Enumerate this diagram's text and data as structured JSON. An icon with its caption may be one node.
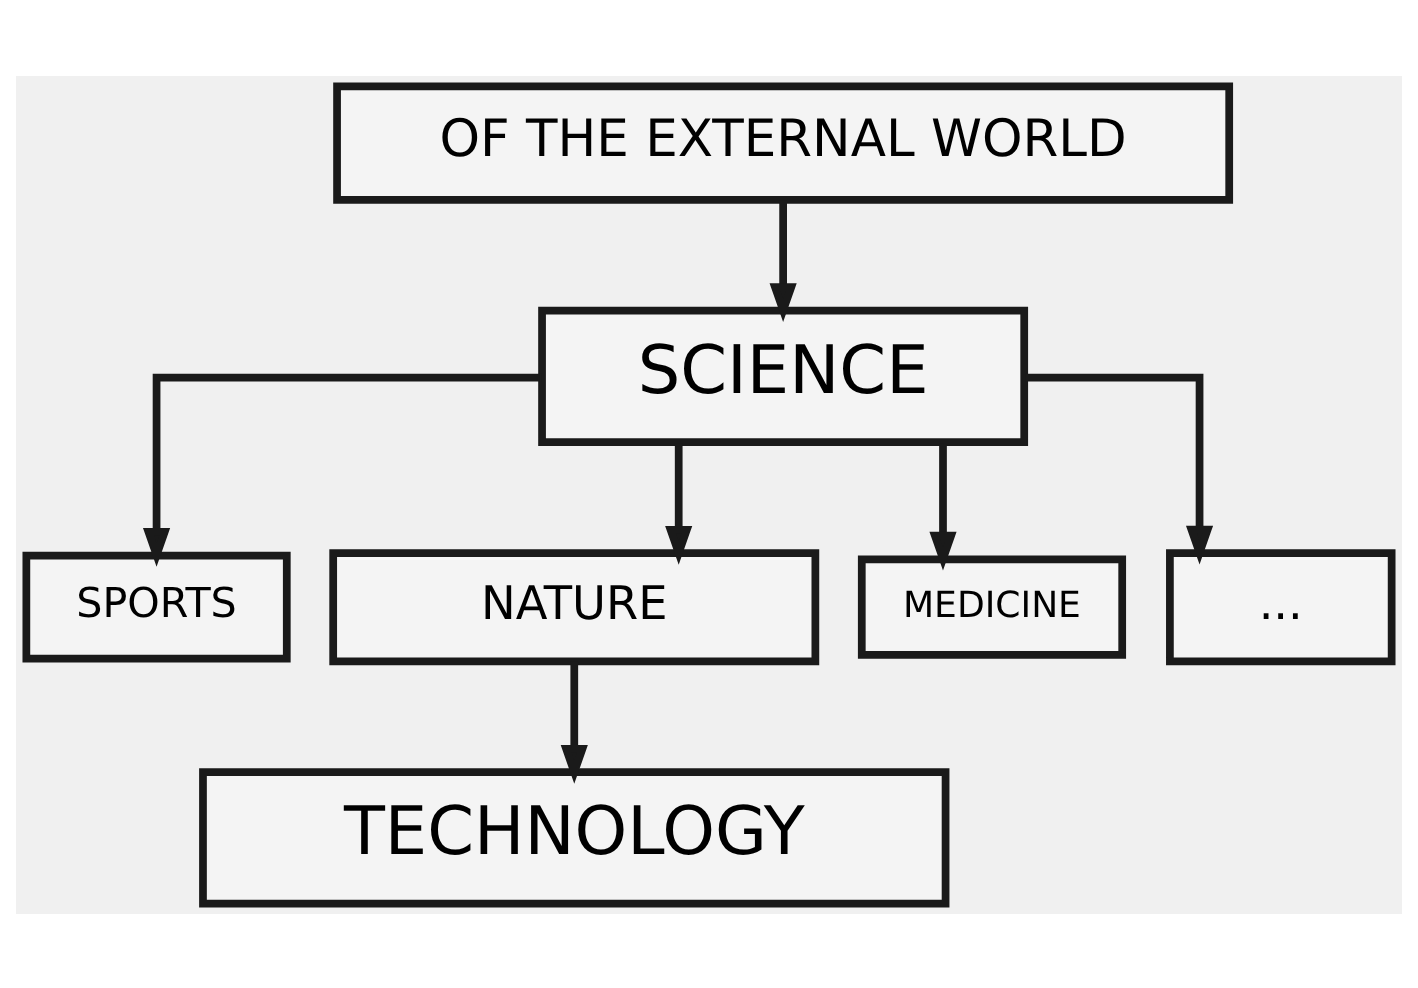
{
  "diagram": {
    "nodes": [
      {
        "text": [
          "OF THE EXTERNAL WORLD"
        ]
      },
      {
        "text": [
          "SCIENCE"
        ]
      },
      {
        "text": [
          "SPORTS"
        ]
      },
      {
        "text": [
          "NATURE"
        ]
      },
      {
        "text": [
          "MEDICINE"
        ]
      },
      {
        "text": [
          "..."
        ]
      },
      {
        "text": [
          "TECHNOLOGY"
        ]
      }
    ],
    "edges": [
      {
        "from": 0,
        "to": 1,
        "arrow": "to"
      },
      {
        "from": 1,
        "to": 2,
        "arrow": "to"
      },
      {
        "from": 1,
        "to": 3,
        "arrow": "to"
      },
      {
        "from": 1,
        "to": 4,
        "arrow": "to"
      },
      {
        "from": 1,
        "to": 5,
        "arrow": "to"
      },
      {
        "from": 3,
        "to": 6,
        "arrow": "to"
      }
    ]
  }
}
